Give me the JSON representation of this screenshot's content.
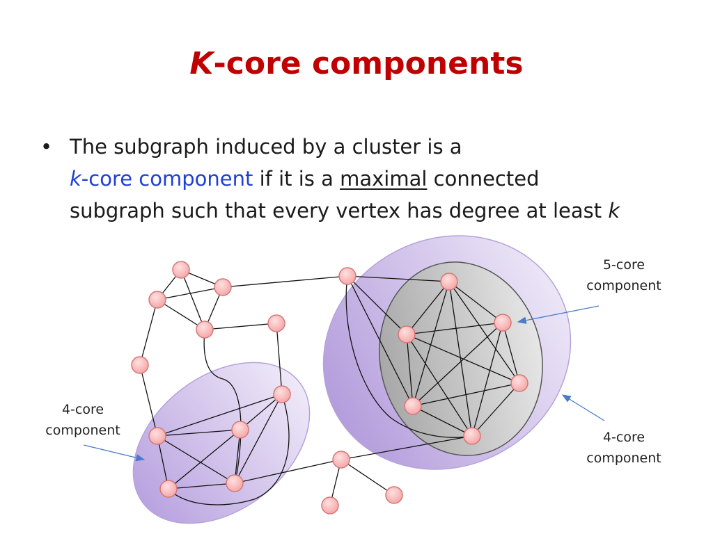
{
  "title": {
    "var": "K",
    "rest": "-core components"
  },
  "bullet": {
    "symbol": "•",
    "line1": "The subgraph induced by a cluster is a",
    "term_var": "k",
    "term_rest": "-core component",
    "mid": " if it is a ",
    "emph": "maximal",
    "after": " connected",
    "line3": "subgraph such that every vertex has degree at least ",
    "end_var": "k"
  },
  "annotations": {
    "left": [
      "4-core",
      "component"
    ],
    "top_right": [
      "5-core",
      "component"
    ],
    "bottom_right": [
      "4-core",
      "component"
    ]
  },
  "colors": {
    "title": "#c00000",
    "term": "#1f3fd6",
    "node_fill": "#f7b6b6",
    "node_stroke": "#d97a7a",
    "four_core_fill": "#c8b8e8",
    "five_core_fill": "#bdbdbd",
    "arrow": "#4a7bc8"
  }
}
